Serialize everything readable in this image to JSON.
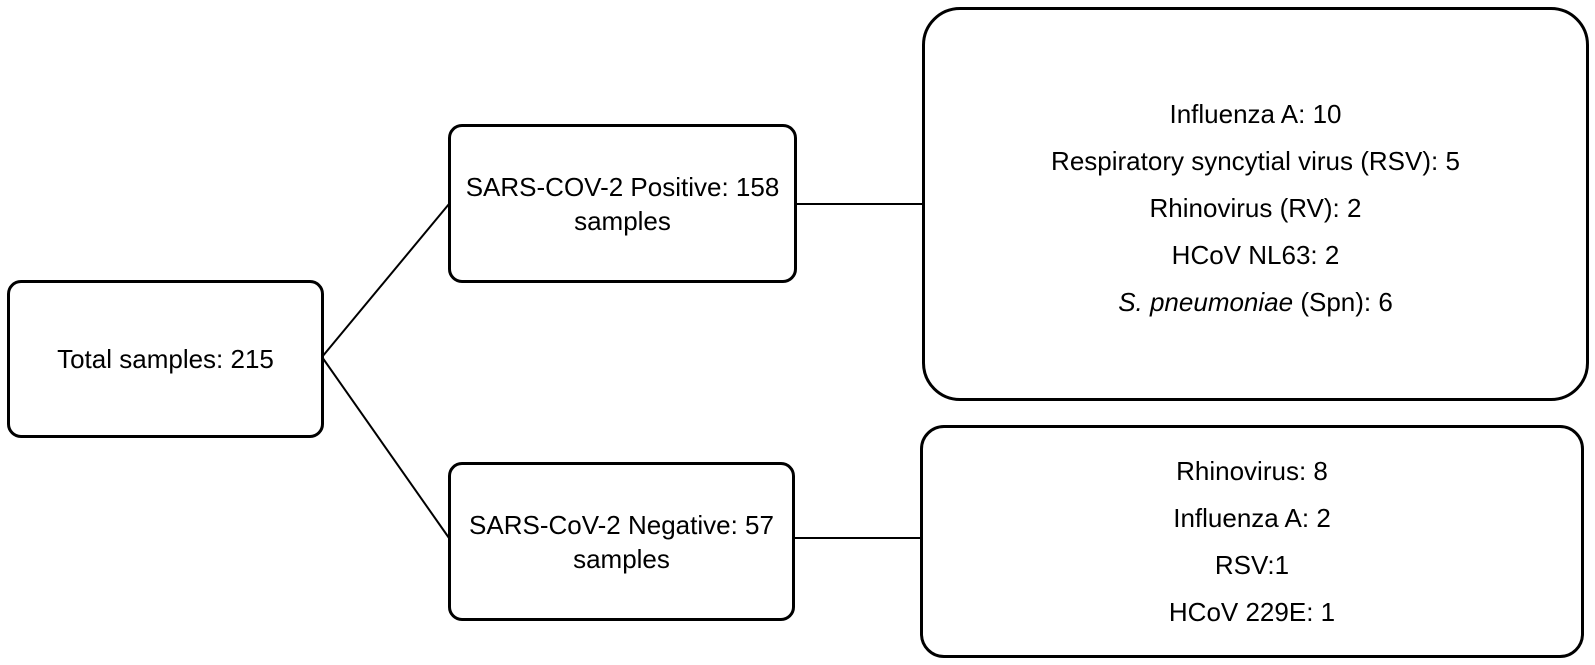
{
  "diagram": {
    "total": {
      "label": "Total samples: 215"
    },
    "positive": {
      "line1": "SARS-COV-2 Positive: 158",
      "line2": "samples",
      "coinfections": [
        "Influenza A: 10",
        "Respiratory syncytial virus (RSV): 5",
        "Rhinovirus (RV): 2",
        "HCoV NL63: 2"
      ],
      "spn": {
        "italic": "S. pneumoniae",
        "rest": " (Spn): 6"
      }
    },
    "negative": {
      "line1": "SARS-CoV-2 Negative: 57",
      "line2": "samples",
      "coinfections": [
        "Rhinovirus: 8",
        "Influenza A: 2",
        "RSV:1",
        "HCoV 229E: 1"
      ]
    }
  }
}
